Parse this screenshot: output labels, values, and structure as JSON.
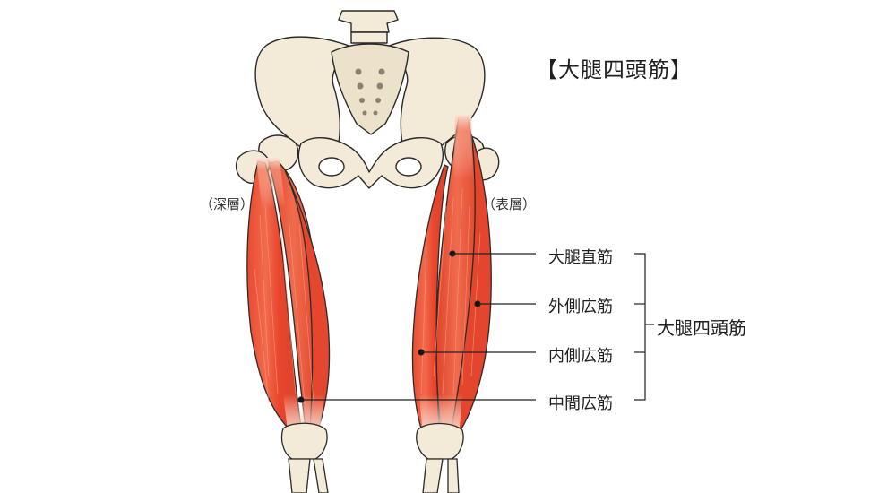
{
  "title": "【大腿四頭筋】",
  "deep_layer_label": "（深層）",
  "surface_layer_label": "（表層）",
  "group_label": "大腿四頭筋",
  "muscles": [
    {
      "name": "大腿直筋"
    },
    {
      "name": "外側広筋"
    },
    {
      "name": "内側広筋"
    },
    {
      "name": "中間広筋"
    }
  ],
  "colors": {
    "bone_fill": "#f3ebd8",
    "outline": "#2a2a2a",
    "muscle_red": "#e8482e",
    "muscle_light": "#f7b39a",
    "tendon": "#f6e6d6"
  }
}
